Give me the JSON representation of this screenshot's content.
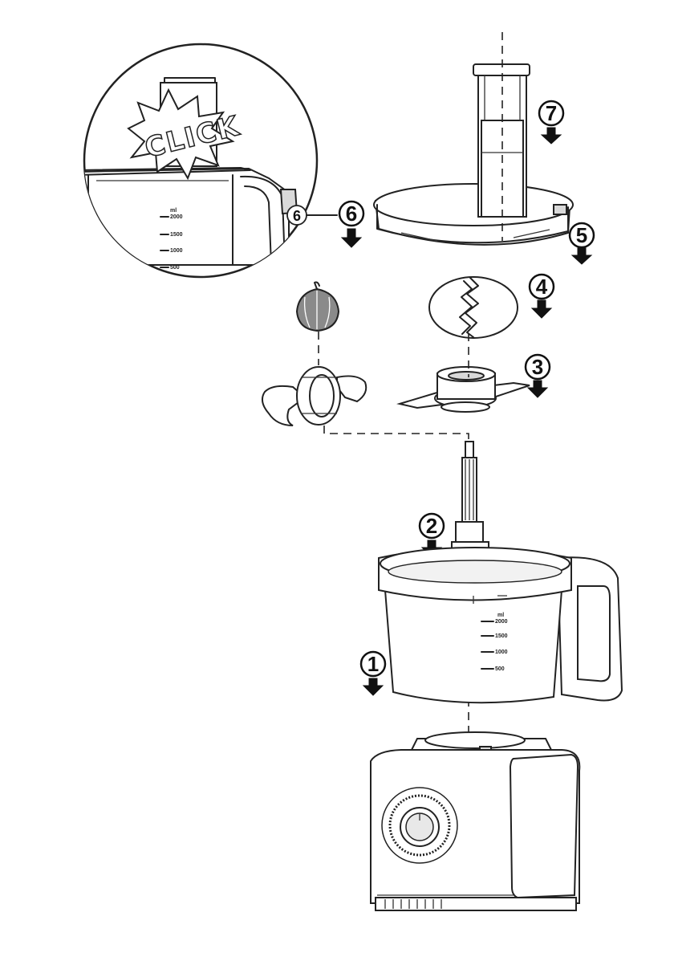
{
  "steps": {
    "s1": "1",
    "s2": "2",
    "s3": "3",
    "s4": "4",
    "s5": "5",
    "s6": "6",
    "s6_inset": "6",
    "s7": "7"
  },
  "inset": {
    "click_text": "CLICK",
    "scale_unit": "ml",
    "scale": [
      "2000",
      "1500",
      "1000",
      "500"
    ]
  },
  "bowl": {
    "scale_unit": "ml",
    "scale": [
      "2000",
      "1500",
      "1000",
      "500"
    ]
  },
  "colors": {
    "line": "#222222",
    "background": "#ffffff",
    "shade": "#d9d9d9"
  }
}
